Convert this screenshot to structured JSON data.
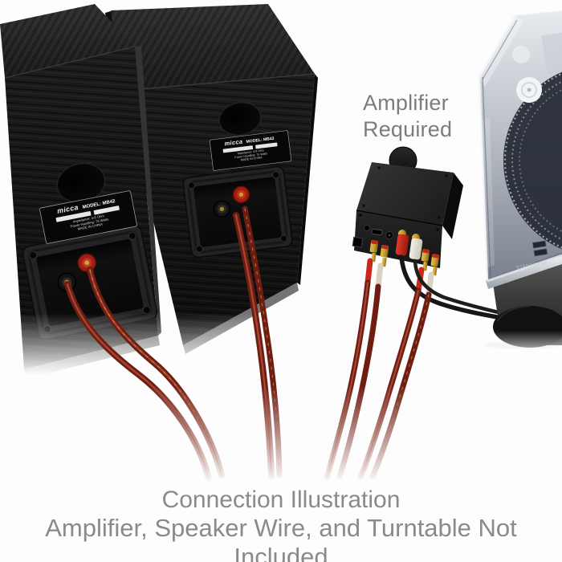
{
  "scene": {
    "background_color": "#ffffff",
    "subject": "Two bookshelf speakers wired to a mini amplifier and a turntable"
  },
  "annotations": {
    "amplifier_required_line1": "Amplifier",
    "amplifier_required_line2": "Required",
    "annotation_color": "#7c7c7c"
  },
  "caption": {
    "line1": "Connection Illustration",
    "line2": "Amplifier, Speaker Wire, and Turntable Not Included",
    "color": "#8a8a8a"
  },
  "speaker_label": {
    "brand": "micca",
    "model": "MODEL: MB42",
    "impedance": "Impedance: 4-8 Ohm",
    "power": "Power Handling: 75 Watts",
    "origin": "MADE IN CHINA"
  },
  "turntable": {
    "start_stop": "START/STOP"
  },
  "colors": {
    "speaker_body": "#161616",
    "speaker_wire_red": "#6f1d13",
    "amp_body": "#1e1e1e",
    "rca_red": "#c8281a",
    "rca_white": "#e9e4d8",
    "binding_post_gold": "#c19a30",
    "cable_black": "#161616",
    "turntable_cover": "#ccd3da"
  }
}
